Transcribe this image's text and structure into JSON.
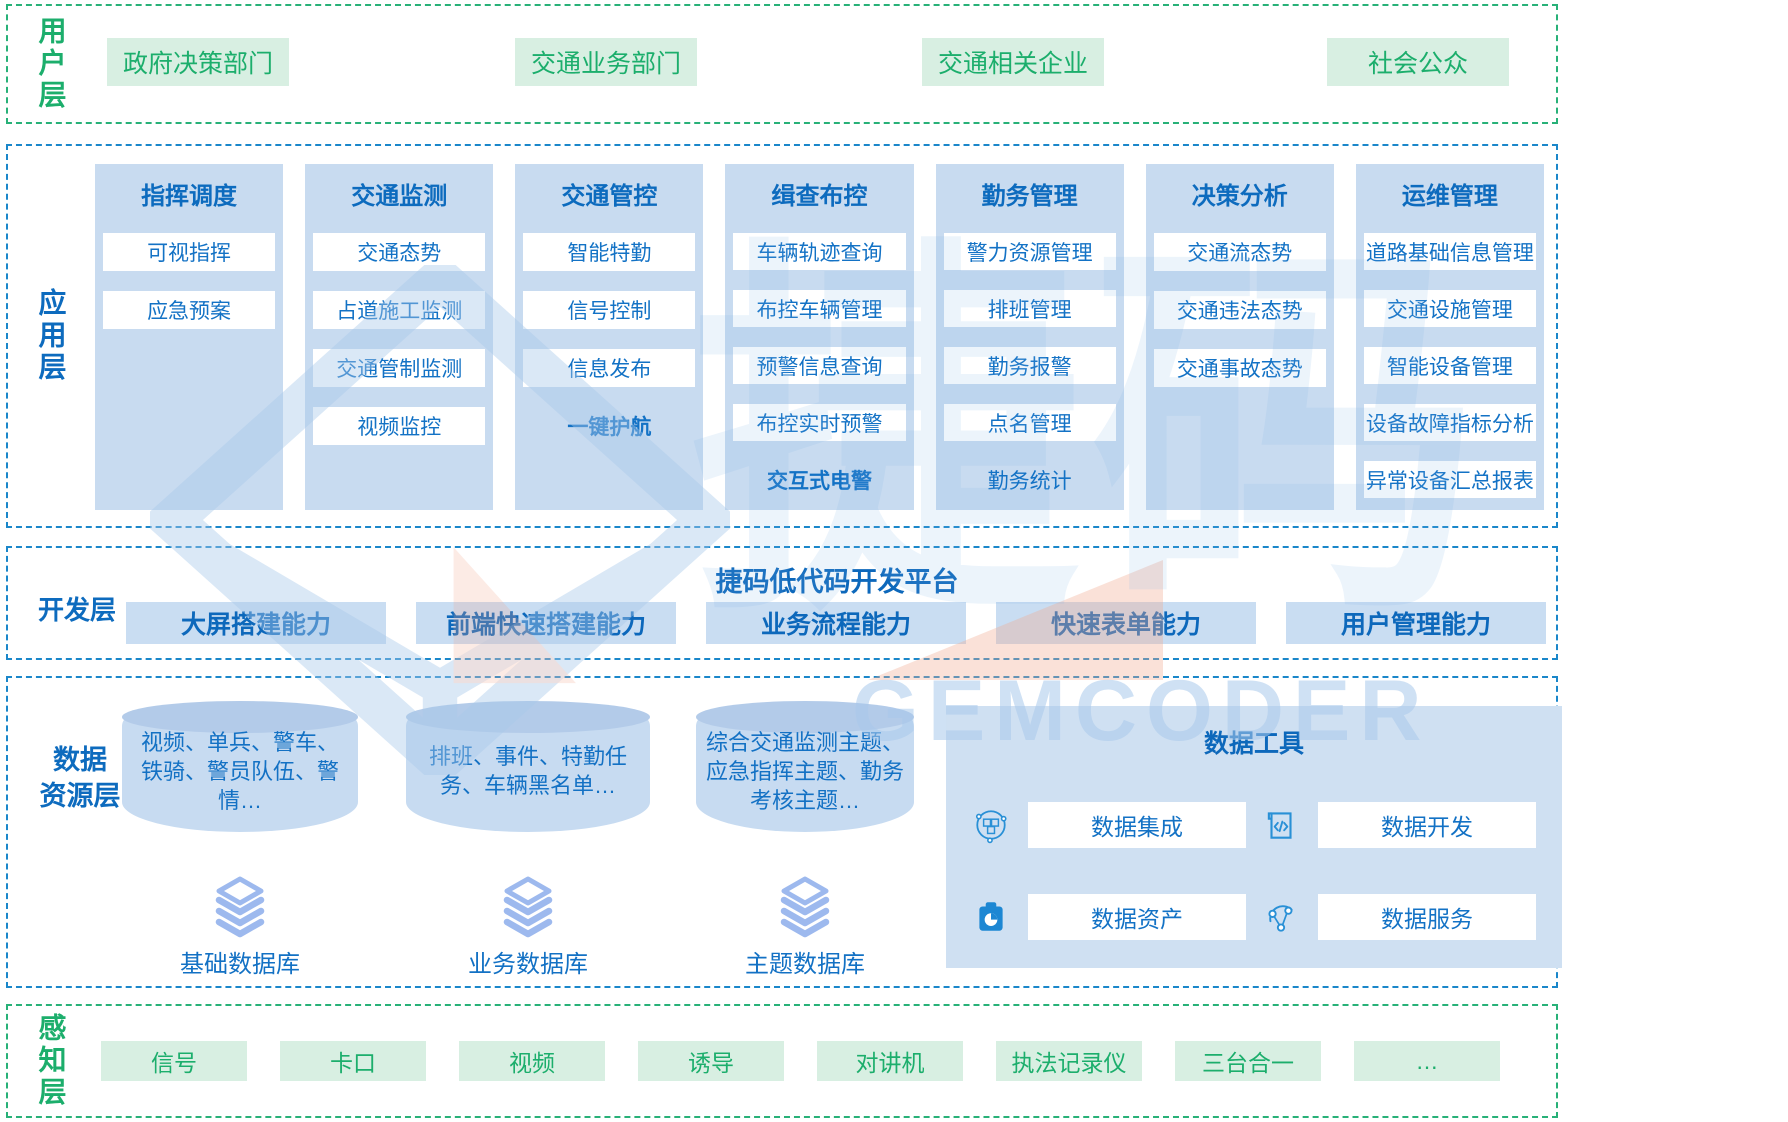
{
  "watermark": {
    "brand_text": "GEMCODER",
    "logo_text": "捷码"
  },
  "colors": {
    "green_text": "#1cae6c",
    "green_bg": "#d8efe2",
    "green_border": "#28b178",
    "blue_text": "#0d6bbe",
    "blue_border": "#1a87ca",
    "column_bg": "#c8dbf0",
    "dev_box_bg": "#c9ddf2",
    "panel_bg": "#cfe0f2",
    "icon_blue": "#2990d6"
  },
  "user_layer": {
    "label": "用户层",
    "items": [
      "政府决策部门",
      "交通业务部门",
      "交通相关企业",
      "社会公众"
    ]
  },
  "app_layer": {
    "label": "应用层",
    "columns": [
      {
        "title": "指挥调度",
        "items": [
          "可视指挥",
          "应急预案"
        ]
      },
      {
        "title": "交通监测",
        "items": [
          "交通态势",
          "占道施工监测",
          "交通管制监测",
          "视频监控"
        ]
      },
      {
        "title": "交通管控",
        "items": [
          "智能特勤",
          "信号控制",
          "信息发布",
          "一键护航"
        ]
      },
      {
        "title": "缉查布控",
        "items": [
          "车辆轨迹查询",
          "布控车辆管理",
          "预警信息查询",
          "布控实时预警",
          "交互式电警"
        ]
      },
      {
        "title": "勤务管理",
        "items": [
          "警力资源管理",
          "排班管理",
          "勤务报警",
          "点名管理",
          "勤务统计"
        ]
      },
      {
        "title": "决策分析",
        "items": [
          "交通流态势",
          "交通违法态势",
          "交通事故态势"
        ]
      },
      {
        "title": "运维管理",
        "items": [
          "道路基础信息管理",
          "交通设施管理",
          "智能设备管理",
          "设备故障指标分析",
          "异常设备汇总报表"
        ]
      }
    ]
  },
  "dev_layer": {
    "label": "开发层",
    "title": "捷码低代码开发平台",
    "items": [
      "大屏搭建能力",
      "前端快速搭建能力",
      "业务流程能力",
      "快速表单能力",
      "用户管理能力"
    ]
  },
  "data_layer": {
    "label_line1": "数据",
    "label_line2": "资源层",
    "databases": [
      {
        "content": "视频、单兵、警车、铁骑、警员队伍、警情…",
        "name": "基础数据库",
        "icon": "layers-stack-icon"
      },
      {
        "content": "排班、事件、特勤任务、车辆黑名单…",
        "name": "业务数据库",
        "icon": "layers-stack-icon"
      },
      {
        "content": "综合交通监测主题、应急指挥主题、勤务考核主题…",
        "name": "主题数据库",
        "icon": "layers-stack-icon"
      }
    ],
    "tools": {
      "title": "数据工具",
      "items": [
        {
          "label": "数据集成",
          "icon": "cubes-network-icon"
        },
        {
          "label": "数据开发",
          "icon": "code-window-icon"
        },
        {
          "label": "数据资产",
          "icon": "clipboard-chart-icon"
        },
        {
          "label": "数据服务",
          "icon": "share-nodes-icon"
        }
      ]
    }
  },
  "sense_layer": {
    "label": "感知层",
    "items": [
      "信号",
      "卡口",
      "视频",
      "诱导",
      "对讲机",
      "执法记录仪",
      "三台合一",
      "…"
    ]
  }
}
